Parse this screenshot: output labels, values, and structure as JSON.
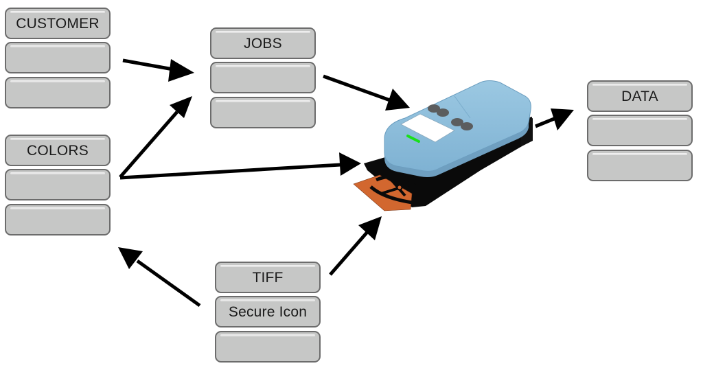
{
  "diagram": {
    "title": "",
    "stacks": [
      {
        "id": "customer",
        "cells": [
          "CUSTOMER",
          "",
          ""
        ]
      },
      {
        "id": "colors",
        "cells": [
          "COLORS",
          "",
          ""
        ]
      },
      {
        "id": "jobs",
        "cells": [
          "JOBS",
          "",
          ""
        ]
      },
      {
        "id": "data",
        "cells": [
          "DATA",
          "",
          ""
        ]
      },
      {
        "id": "tiff",
        "cells": [
          "TIFF",
          "Secure Icon",
          ""
        ]
      }
    ],
    "device": {
      "name": "spectrophotometer",
      "body_color": "#8fbfdc",
      "base_color": "#0a0a0a",
      "sample_color": "#d2672f",
      "indicator_color": "#19e019",
      "screen_color": "#ffffff",
      "button_color": "#5b5d5e"
    },
    "edges": [
      {
        "from": "customer",
        "to": "jobs"
      },
      {
        "from": "colors",
        "to": "jobs"
      },
      {
        "from": "colors",
        "to": "device"
      },
      {
        "from": "jobs",
        "to": "device"
      },
      {
        "from": "tiff",
        "to": "colors"
      },
      {
        "from": "tiff",
        "to": "device"
      },
      {
        "from": "device",
        "to": "data"
      }
    ]
  }
}
